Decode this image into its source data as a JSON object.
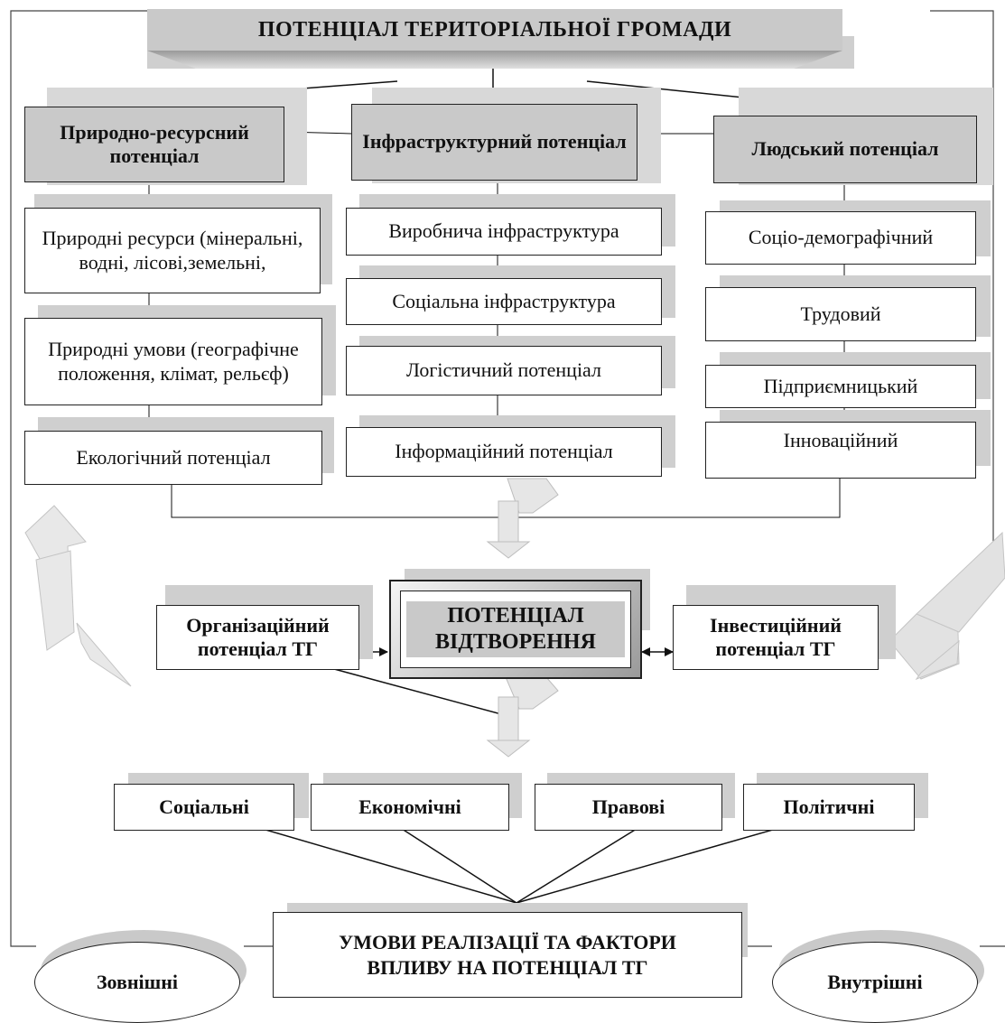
{
  "title": "ПОТЕНЦІАЛ  ТЕРИТОРІАЛЬНОЇ  ГРОМАДИ",
  "columns": {
    "natural": {
      "header": "Природно-ресурсний потенціал",
      "items": [
        "Природні ресурси (мінеральні, водні, лісові,земельні,",
        "Природні умови (географічне положення, клімат, рельєф)",
        "Екологічний потенціал"
      ]
    },
    "infrastructure": {
      "header": "Інфраструктурний потенціал",
      "items": [
        "Виробнича інфраструктура",
        "Соціальна інфраструктура",
        "Логістичний потенціал",
        "Інформаційний потенціал"
      ]
    },
    "human": {
      "header": "Людський потенціал",
      "items": [
        "Соціо-демографічний",
        "Трудовий",
        "Підприємницький",
        "Інноваційний"
      ]
    }
  },
  "center": {
    "reproduction": "ПОТЕНЦІАЛ ВІДТВОРЕННЯ",
    "organizational": "Організаційний потенціал ТГ",
    "investment": "Інвестиційний потенціал ТГ"
  },
  "factors": [
    "Соціальні",
    "Економічні",
    "Правові",
    "Політичні"
  ],
  "bottom": {
    "conditions": "УМОВИ РЕАЛІЗАЦІЇ ТА ФАКТОРИ ВПЛИВУ НА ПОТЕНЦІАЛ ТГ",
    "external": "Зовнішні",
    "internal": "Внутрішні"
  }
}
